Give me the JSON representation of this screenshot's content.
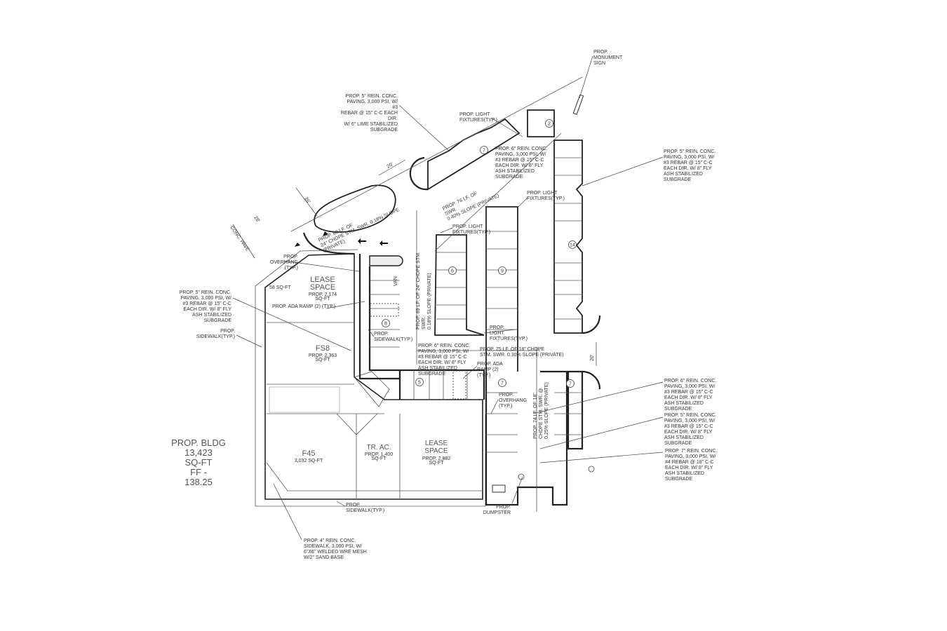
{
  "building_summary": [
    "PROP. BLDG",
    "13,423",
    "SQ-FT",
    "FF -",
    "138.25"
  ],
  "rooms": [
    {
      "name": [
        "LEASE",
        "SPACE"
      ],
      "area": [
        "PROP. 2,174",
        "SQ-FT"
      ]
    },
    {
      "name": [
        "FS8"
      ],
      "area": [
        "PROP. 2,363",
        "SQ-FT"
      ]
    },
    {
      "name": [
        "F45"
      ],
      "area": [
        "3,032 SQ-FT"
      ]
    },
    {
      "name": [
        "TR. AC."
      ],
      "area": [
        "PROP. 1,400",
        "SQ-FT"
      ]
    },
    {
      "name": [
        "LEASE",
        "SPACE"
      ],
      "area": [
        "PROP. 2,882",
        "SQ-FT"
      ]
    }
  ],
  "small_area": "58 SQ-FT",
  "van_label": "VAN",
  "notes": [
    [
      "PROP. 5\" REIN. CONC.",
      "PAVING, 3,000 PSI, W/",
      "#3",
      "REBAR @ 15\" C-C EACH",
      "DIR.",
      "W/ 6\" LIME STABILIZED",
      "SUBGRADE"
    ],
    [
      "PROP.",
      "MONUMENT",
      "SIGN"
    ],
    [
      "PROP. 5\" REIN. CONC.",
      "PAVING, 3,000 PSI, W/",
      "#3 REBAR @ 15\" C-C",
      "EACH DIR. W/ 8\" FLY",
      "ASH STABILIZED",
      "SUBGRADE"
    ],
    [
      "PROP. LIGHT",
      "FIXTURES(TYP.)"
    ],
    [
      "PROP. 6\" REIN. CONC.",
      "PAVING, 3,000 PSI, W/",
      "#3 REBAR @ 15\" C-C",
      "EACH DIR. W/ 8\" FLY",
      "ASH STABILIZED",
      "SUBGRADE"
    ],
    [
      "PROP. LIGHT",
      "FIXTURES(TYP.)"
    ],
    [
      "PROP. LIGHT",
      "FIXTURES(TYP.)"
    ],
    [
      "PROP. 5\" REIN. CONC.",
      "PAVING, 3,000 PSI, W/",
      "#3 REBAR @ 15\" C-C",
      "EACH DIR. W/ 8\" FLY",
      "ASH STABILIZED",
      "SUBGRADE"
    ],
    [
      "PROP.",
      "SIDEWALK(TYP.)"
    ],
    [
      "PROP.",
      "OVERHANG",
      "(TYP.)"
    ],
    [
      "PROP. ADA RAMP (2) (TYP.)"
    ],
    [
      "PROP.",
      "SIDEWALK(TYP.)"
    ],
    [
      "PROP.",
      "LIGHT",
      "FIXTURES(TYP.)"
    ],
    [
      "PROP. 6\" REIN. CONC.",
      "PAVING, 3,000 PSI, W/",
      "#3 REBAR @ 15\" C-C",
      "EACH DIR. W/ 8\" FLY",
      "ASH STABILIZED",
      "SUBGRADE"
    ],
    [
      "PROP. ADA",
      "RAMP (2)",
      "(TYP.)"
    ],
    [
      "PROP.",
      "OVERHANG",
      "(TYP.)"
    ],
    [
      "PROP. 6\" REIN. CONC.",
      "PAVING, 3,000 PSI, W/",
      "#3 REBAR @ 15\" C-C",
      "EACH DIR. W/ 8\" FLY",
      "ASH STABILIZED",
      "SUBGRADE"
    ],
    [
      "PROP. 5\" REIN. CONC.",
      "PAVING, 3,000 PSI, W/",
      "#3 REBAR @ 15\" C-C",
      "EACH DIR. W/ 8\" FLY",
      "ASH STABILIZED",
      "SUBGRADE"
    ],
    [
      "PROP. 7\" REIN. CONC.",
      "PAVING, 3,000 PSI, W/",
      "#4 REBAR @ 18\" C-C",
      "EACH DIR. W/ 8\" FLY",
      "ASH STABILIZED",
      "SUBGRADE"
    ],
    [
      "PROP.",
      "DUMPSTER"
    ],
    [
      "PROP.",
      "SIDEWALK(TYP.)"
    ],
    [
      "PROP. 4\" REIN. CONC.",
      "SIDEWALK, 3,000 PSI, W/",
      "6\"X6\" WELDED WRE MESH",
      "W/2\" SAND BASE"
    ]
  ],
  "pipes": [
    [
      "PROP. 80 LF. OF",
      "24\" CHDPE STM. SWR. 0.18% SLOPE",
      "(PRIVATE)"
    ],
    [
      "PROP. 76 LF. OF",
      "SWR.",
      "0.40% SLOPE (PRIVATE)"
    ],
    [
      "PROP. 89 LF. OF 24\" CHDPE STM.",
      "SWR.",
      "0.18% SLOPE (PRIVATE)"
    ],
    [
      "PROP. 75 LF. OF 18\" CHDPE",
      "STM. SWR. 0.30% SLOPE (PRIVATE)"
    ],
    [
      "PROP. 74 LF. OF 18\"",
      "CHDPE STM. SWR. @",
      "0.25% SLOPE (PRIVATE)"
    ]
  ],
  "dimensions": [
    "20'",
    "26'",
    "28'",
    "CONC. PAVE",
    "20'"
  ],
  "stall_counts": [
    "7",
    "2",
    "14",
    "6",
    "9",
    "8",
    "5",
    "7",
    "7"
  ]
}
